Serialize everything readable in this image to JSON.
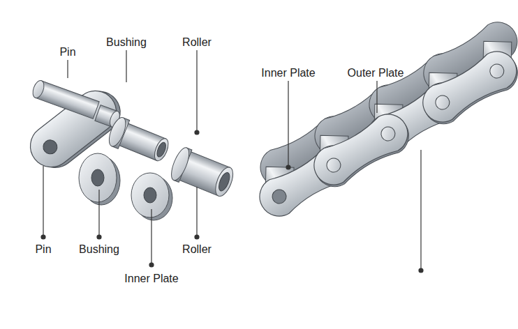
{
  "diagram": {
    "labels": [
      "Bushing",
      "Roller",
      "Pin",
      "Inner Plate",
      "Outer Plate",
      "Pin",
      "Bushing",
      "Roller",
      "Inner Plate"
    ]
  }
}
